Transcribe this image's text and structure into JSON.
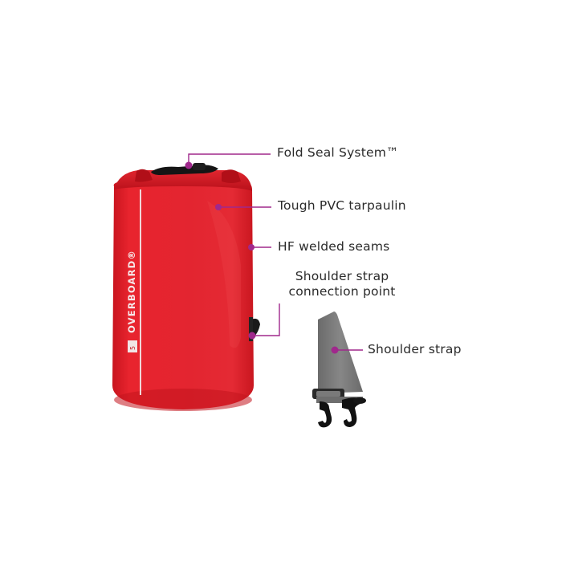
{
  "product": {
    "brand": "OVERBOARD",
    "brand_mark": "®",
    "size_badge": "5",
    "bag_color": "#e0202a",
    "callout_color": "#a0288c"
  },
  "callouts": [
    {
      "id": "fold-seal",
      "label": "Fold Seal System™"
    },
    {
      "id": "pvc",
      "label": "Tough PVC tarpaulin"
    },
    {
      "id": "seams",
      "label": "HF welded seams"
    },
    {
      "id": "connection",
      "label_line1": "Shoulder strap",
      "label_line2": "connection point"
    },
    {
      "id": "strap",
      "label": "Shoulder strap"
    }
  ]
}
